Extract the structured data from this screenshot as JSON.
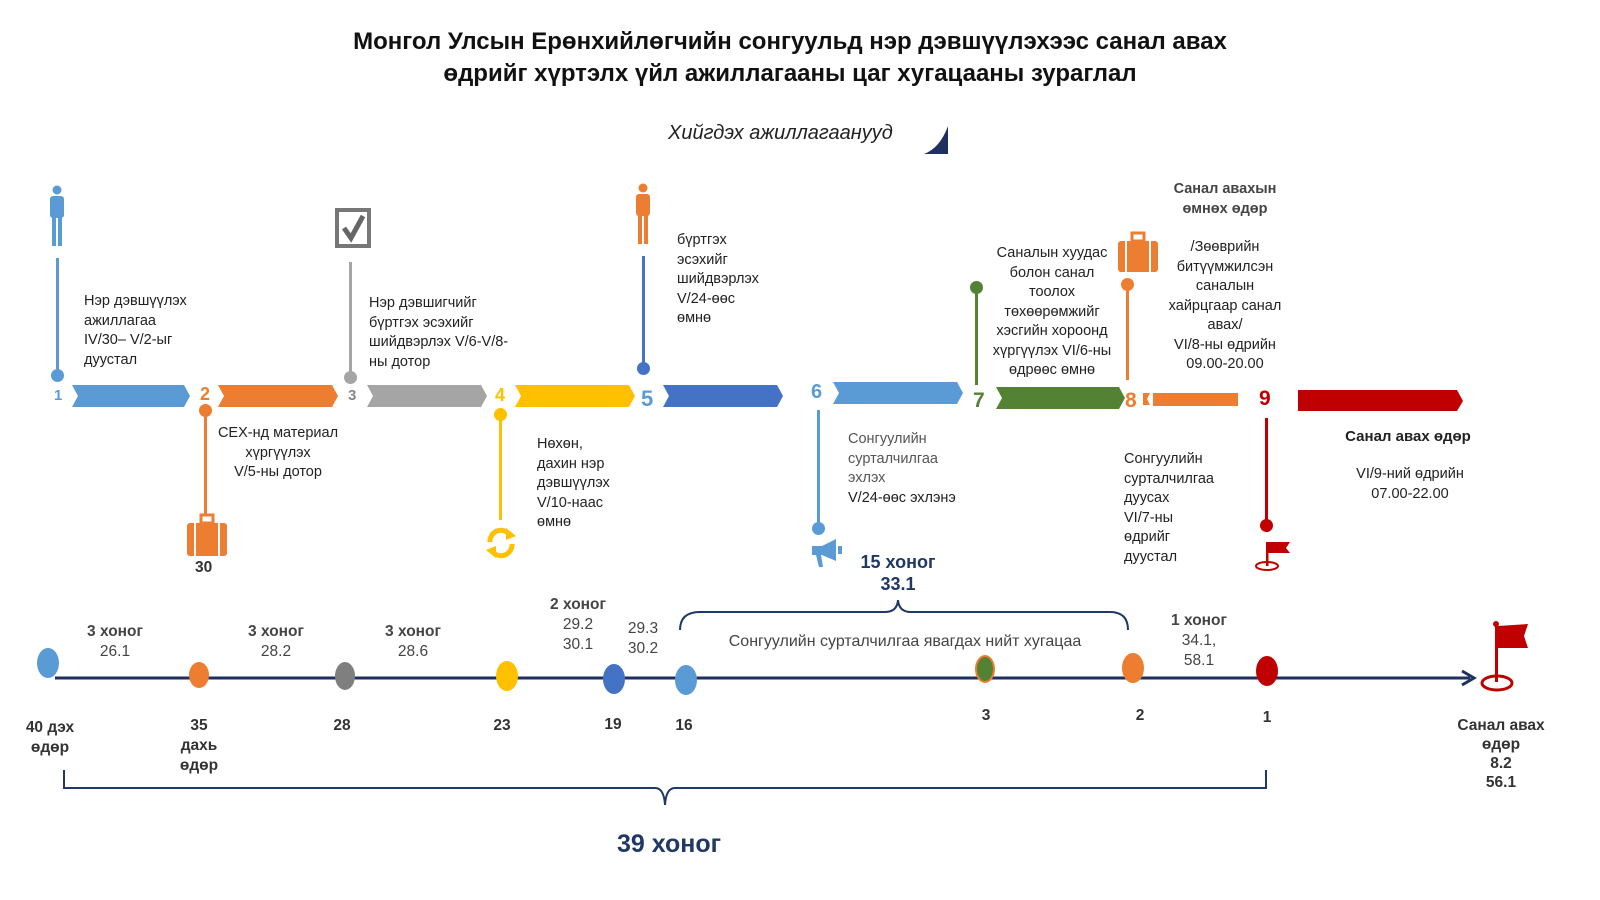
{
  "title": {
    "line1": "Монгол Улсын Ерөнхийлөгчийн сонгуульд нэр дэвшүүлэхээс санал авах",
    "line2": "өдрийг хүртэлх үйл ажиллагааны цаг хугацааны зураглал"
  },
  "subtitle": "Хийгдэх ажиллагаанууд",
  "colors": {
    "blue": "#5B9BD5",
    "orange": "#ED7D31",
    "gray": "#A5A5A5",
    "yellow": "#FFC000",
    "darkblue": "#4472C4",
    "green": "#548235",
    "red": "#C00000",
    "navy": "#1F2F5F"
  },
  "steps": [
    {
      "num": "1",
      "icon": "person-icon",
      "lines": [
        "Нэр дэвшүүлэх",
        "ажиллагаа",
        "IV/30– V/2-ыг",
        "дуустал"
      ]
    },
    {
      "num": "2",
      "icon": "suitcase-icon",
      "badge": "30",
      "lines": [
        "СЕХ-нд материал",
        "хүргүүлэх",
        "V/5-ны дотор"
      ]
    },
    {
      "num": "3",
      "icon": "checkbox-icon",
      "lines": [
        "Нэр дэвшигчийг",
        "бүртгэх эсэхийг",
        "шийдвэрлэх V/6-V/8-",
        "ны дотор"
      ]
    },
    {
      "num": "4",
      "icon": "refresh-icon",
      "lines": [
        "Нөхөн,",
        "дахин нэр",
        "дэвшүүлэх",
        "V/10-наас",
        "өмнө"
      ]
    },
    {
      "num": "5",
      "icon": "person-icon",
      "lines": [
        "бүртгэх",
        "эсэхийг",
        "шийдвэрлэх",
        "V/24-өөс",
        "өмнө"
      ]
    },
    {
      "num": "6",
      "icon": "megaphone-icon",
      "lines": [
        "Сонгуулийн",
        "сурталчилгаа",
        "эхлэх",
        "V/24-өөс эхлэнэ"
      ]
    },
    {
      "num": "7",
      "lines": [
        "Саналын хуудас",
        "болон санал",
        "тоолох",
        "төхөөрөмжийг",
        "хэсгийн хороонд",
        "хүргүүлэх VI/6-ны",
        "өдрөөс өмнө"
      ]
    },
    {
      "num": "8",
      "icon": "suitcase-icon",
      "header": [
        "Санал авахын",
        "өмнөх өдөр"
      ],
      "lines": [
        "/Зөөврийн",
        "битүүмжилсэн",
        "саналын",
        "хайрцгаар санал",
        "авах/",
        "VI/8-ны өдрийн",
        "09.00-20.00"
      ]
    },
    {
      "num": "9",
      "icon": "flag-icon",
      "lines": [
        "Сонгуулийн",
        "сурталчилгаа",
        "дуусах",
        "VI/7-ны",
        "өдрийг",
        "дуустал"
      ]
    }
  ],
  "vote_day": {
    "title": "Санал авах өдөр",
    "lines": [
      "VI/9-ний өдрийн",
      "07.00-22.00"
    ]
  },
  "timeline": {
    "nodes": [
      {
        "label": [
          "40 дэх",
          "өдөр"
        ]
      },
      {
        "label": [
          "35",
          "дахь",
          "өдөр"
        ]
      },
      {
        "label": [
          "28"
        ]
      },
      {
        "label": [
          "23"
        ]
      },
      {
        "label": [
          "19"
        ]
      },
      {
        "label": [
          "16"
        ]
      },
      {
        "label": [
          "3"
        ]
      },
      {
        "label": [
          "2"
        ]
      },
      {
        "label": [
          "1"
        ]
      }
    ],
    "end_label": [
      "Санал авах",
      "өдөр",
      "8.2",
      "56.1"
    ],
    "intervals": [
      {
        "title": "3 хоног",
        "lines": [
          "26.1"
        ]
      },
      {
        "title": "3 хоног",
        "lines": [
          "28.2"
        ]
      },
      {
        "title": "3 хоног",
        "lines": [
          "28.6"
        ]
      },
      {
        "title": "2 хоног",
        "lines": [
          "29.2",
          "30.1"
        ]
      },
      {
        "title": "",
        "lines": [
          "29.3",
          "30.2"
        ]
      },
      {
        "title": "1 хоног",
        "lines": [
          "34.1,",
          "58.1"
        ]
      }
    ],
    "campaign": {
      "days": "15 хоног",
      "value": "33.1",
      "label": "Сонгуулийн сурталчилгаа явагдах нийт хугацаа"
    },
    "total": "39 хоног"
  }
}
